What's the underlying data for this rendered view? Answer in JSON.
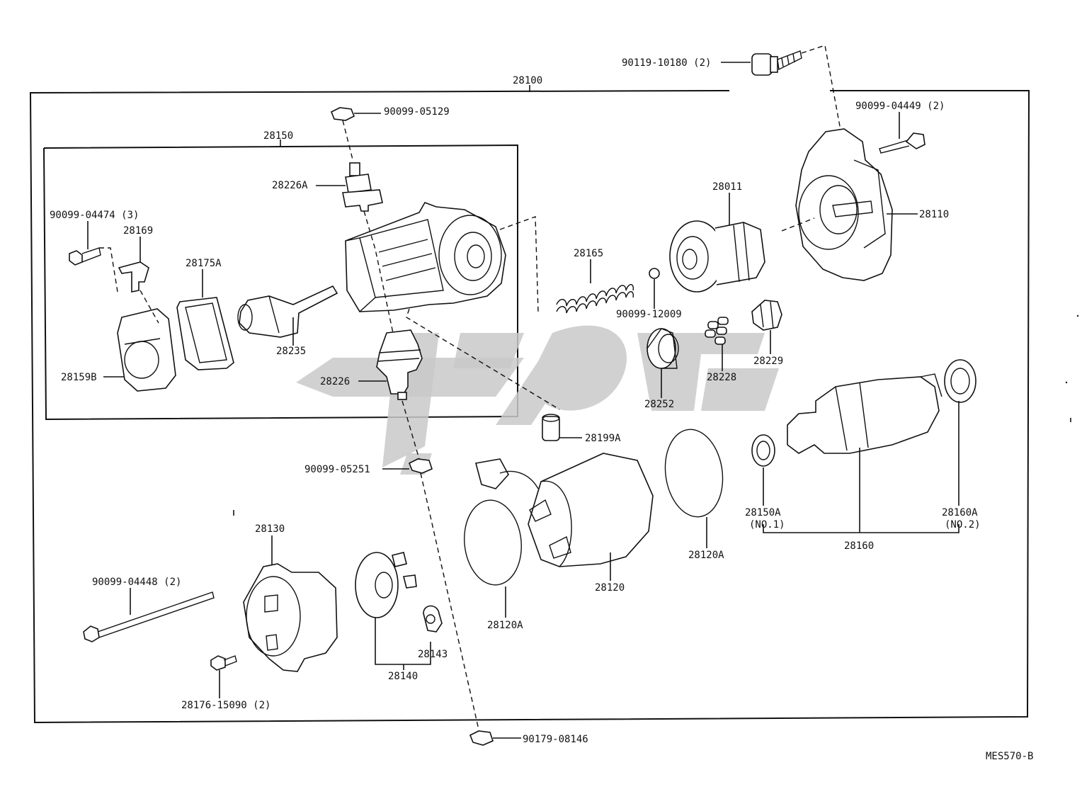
{
  "diagram_code": "MES570-B",
  "callouts": {
    "p28100": "28100",
    "p28150": "28150",
    "p90119_10180": "90119-10180 (2)",
    "p90099_05129": "90099-05129",
    "p90099_04449": "90099-04449 (2)",
    "p28226A": "28226A",
    "p90099_04474": "90099-04474 (3)",
    "p28169": "28169",
    "p28175A": "28175A",
    "p28011": "28011",
    "p28110": "28110",
    "p28165": "28165",
    "p90099_12009": "90099-12009",
    "p28235": "28235",
    "p28159B": "28159B",
    "p28226": "28226",
    "p28228": "28228",
    "p28229": "28229",
    "p28252": "28252",
    "p28199A": "28199A",
    "p90099_05251": "90099-05251",
    "p28150A_label": "28150A",
    "p28150A_sub": "(NO.1)",
    "p28160A_label": "28160A",
    "p28160A_sub": "(NO.2)",
    "p28160": "28160",
    "p28130": "28130",
    "p28120A_right": "28120A",
    "p90099_04448": "90099-04448 (2)",
    "p28120": "28120",
    "p28120A_left": "28120A",
    "p28143": "28143",
    "p28140": "28140",
    "p28176_15090": "28176-15090 (2)",
    "p90179_08146": "90179-08146"
  },
  "icons": {
    "watermark": "brand-logo-watermark"
  },
  "colors": {
    "ink": "#111111",
    "watermark": "#c9c9c9",
    "background": "#ffffff"
  }
}
